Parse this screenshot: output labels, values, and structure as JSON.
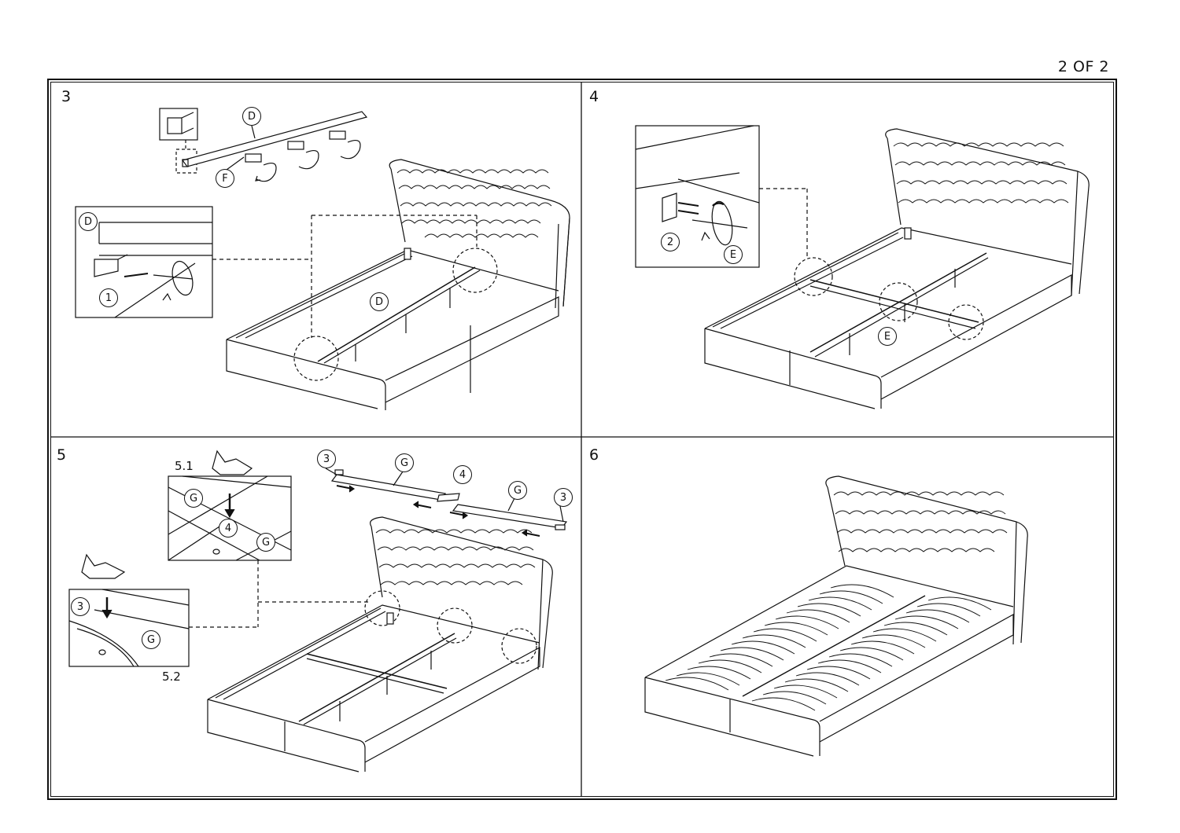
{
  "page": {
    "label": "2 OF 2"
  },
  "steps": [
    {
      "number": "3",
      "callouts": [
        "D",
        "F",
        "D",
        "1",
        "D"
      ]
    },
    {
      "number": "4",
      "callouts": [
        "2",
        "E",
        "E"
      ]
    },
    {
      "number": "5",
      "callouts": [
        "G",
        "4",
        "G",
        "3",
        "G",
        "3",
        "G",
        "3",
        "G",
        "4"
      ],
      "sublabels": [
        "5.1",
        "5.2"
      ]
    },
    {
      "number": "6"
    }
  ],
  "colors": {
    "line": "#111111",
    "background": "#ffffff"
  }
}
